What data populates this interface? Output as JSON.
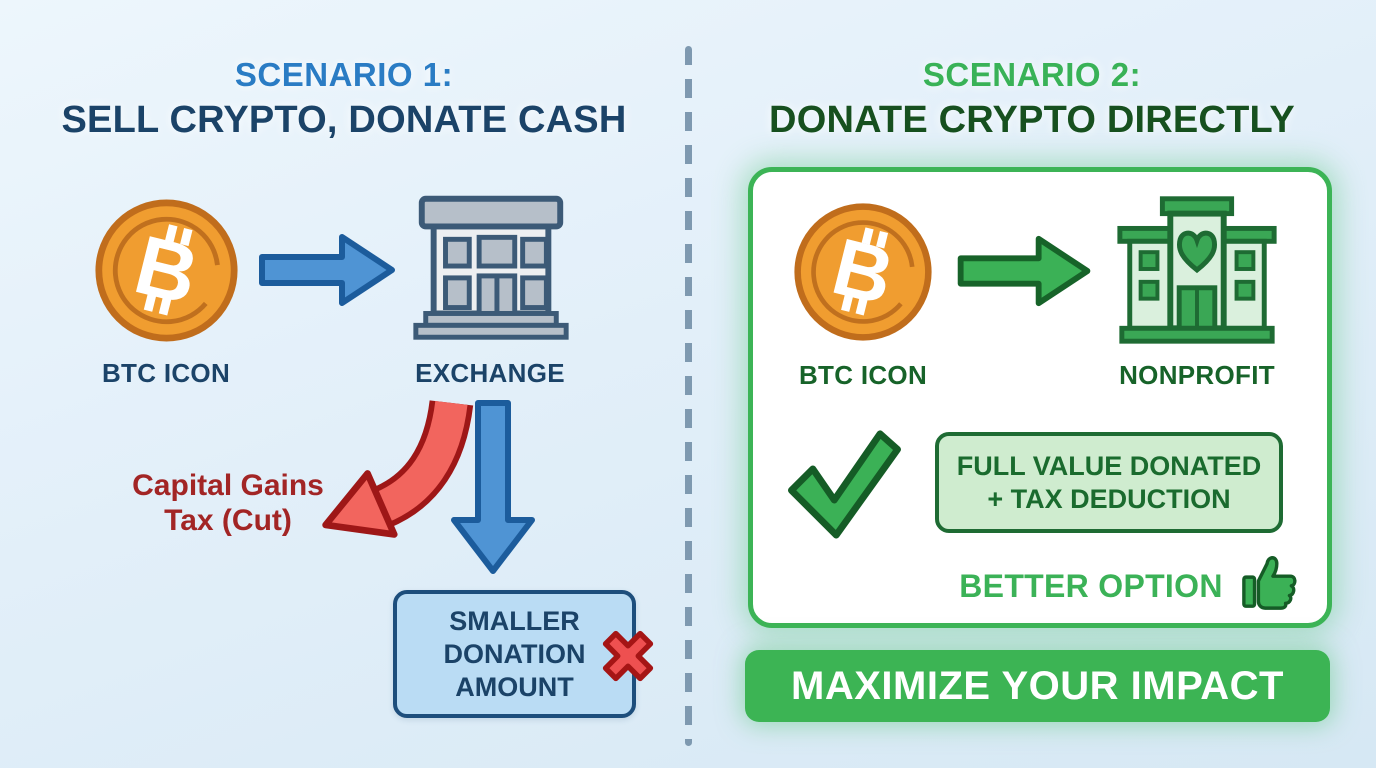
{
  "left_scenario": {
    "title_line1": "SCENARIO 1:",
    "title_line2": "SELL CRYPTO, DONATE CASH",
    "btc_label": "BTC ICON",
    "exchange_label": "EXCHANGE",
    "tax_line1": "Capital Gains",
    "tax_line2": "Tax (Cut)",
    "result_box_lines": [
      "SMALLER",
      "DONATION",
      "AMOUNT"
    ]
  },
  "right_scenario": {
    "title_line1": "SCENARIO 2:",
    "title_line2": "DONATE CRYPTO DIRECTLY",
    "btc_label": "BTC ICON",
    "nonprofit_label": "NONPROFIT",
    "benefit_line1": "FULL VALUE DONATED",
    "benefit_line2": "+ TAX DEDUCTION",
    "better_option_label": "BETTER OPTION",
    "banner_label": "MAXIMIZE YOUR IMPACT"
  },
  "icons": {
    "bitcoin_coin": "orange coin with white ₿ symbol",
    "right_arrow_blue": "blue flow arrow",
    "exchange_building": "gray bank/exchange building",
    "down_arrow_blue": "blue down flow arrow",
    "curved_arrow_red": "red curved tax-cut arrow",
    "cross_mark_red": "red X mark",
    "right_arrow_green": "green flow arrow",
    "nonprofit_building": "green building with heart",
    "check_mark_green": "green check mark",
    "thumbs_up": "green thumbs-up"
  },
  "colors": {
    "accent_blue": "#2a7cc4",
    "navy": "#1b4368",
    "accent_green": "#3cb456",
    "dark_green": "#1a6b2e",
    "red": "#f2655e",
    "dark_red": "#a22525",
    "bitcoin_orange": "#f09d30"
  }
}
